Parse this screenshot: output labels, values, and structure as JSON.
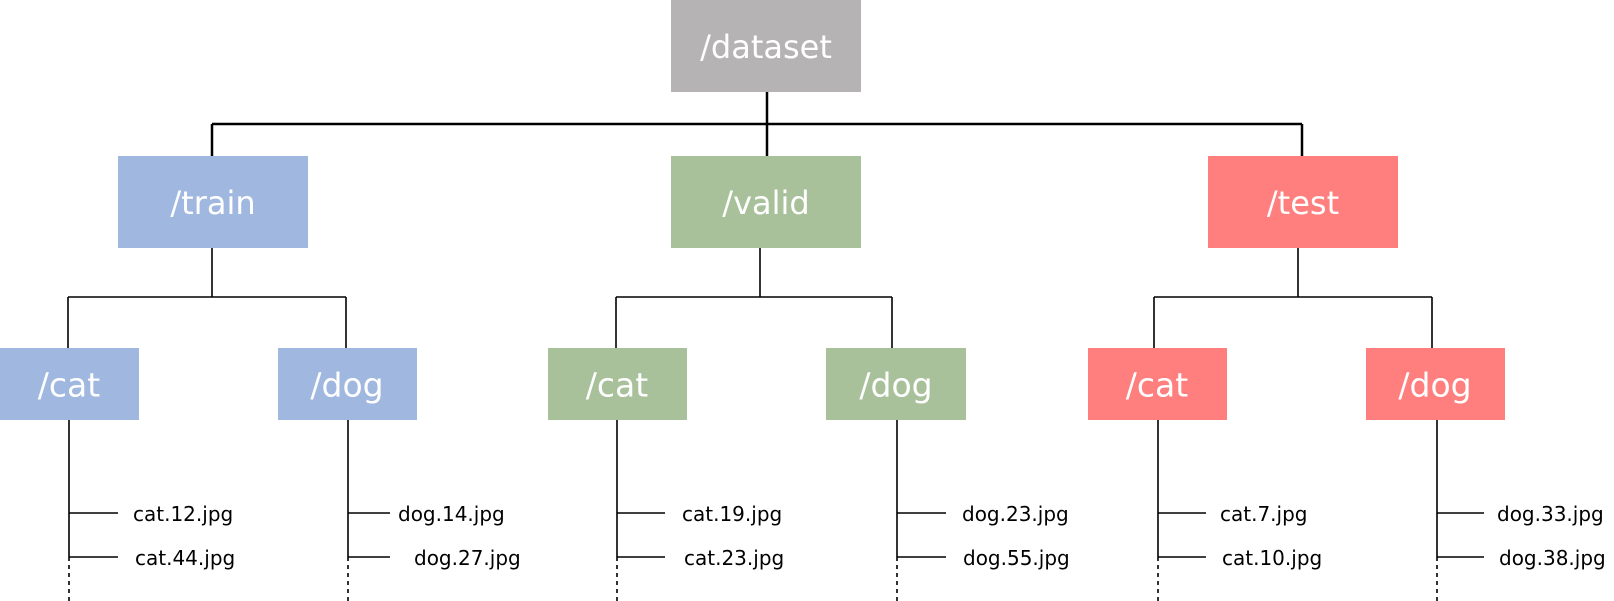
{
  "colors": {
    "root": "#b5b3b4",
    "train": "#a0b7e0",
    "valid": "#a8c19b",
    "test": "#ff7f7e",
    "text": "#ffffff",
    "line": "#000000"
  },
  "root": {
    "label": "/dataset"
  },
  "splits": [
    {
      "key": "train",
      "label": "/train",
      "classes": [
        {
          "label": "/cat",
          "files": [
            "cat.12.jpg",
            "cat.44.jpg"
          ]
        },
        {
          "label": "/dog",
          "files": [
            "dog.14.jpg",
            "dog.27.jpg"
          ]
        }
      ]
    },
    {
      "key": "valid",
      "label": "/valid",
      "classes": [
        {
          "label": "/cat",
          "files": [
            "cat.19.jpg",
            "cat.23.jpg"
          ]
        },
        {
          "label": "/dog",
          "files": [
            "dog.23.jpg",
            "dog.55.jpg"
          ]
        }
      ]
    },
    {
      "key": "test",
      "label": "/test",
      "classes": [
        {
          "label": "/cat",
          "files": [
            "cat.7.jpg",
            "cat.10.jpg"
          ]
        },
        {
          "label": "/dog",
          "files": [
            "dog.33.jpg",
            "dog.38.jpg"
          ]
        }
      ]
    }
  ]
}
